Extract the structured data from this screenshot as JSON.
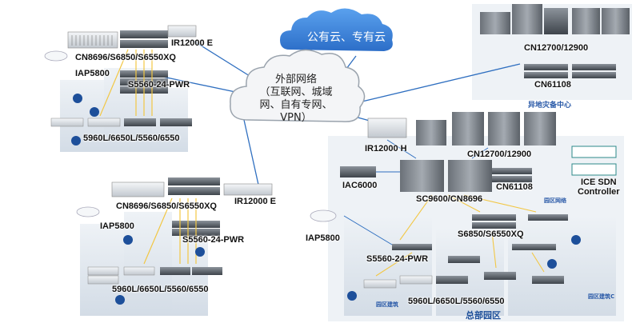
{
  "clouds": {
    "public": "公有云、专有云",
    "external_lines": [
      "外部网络",
      "（互联网、城域",
      "网、自有专网、",
      "VPN）"
    ]
  },
  "branch_top": {
    "router": "IR12000 E",
    "core": "CN8696/S6850/S6550XQ",
    "ap": "IAP5800",
    "access": "S5560-24-PWR",
    "edge": "5960L/6650L/5560/6550"
  },
  "branch_bottom": {
    "router": "IR12000 E",
    "core": "CN8696/S6850/S6550XQ",
    "ap": "IAP5800",
    "access": "S5560-24-PWR",
    "edge": "5960L/6650L/5560/6550"
  },
  "dc_remote": {
    "core": "CN12700/12900",
    "tor": "CN61108",
    "caption": "异地灾备中心"
  },
  "hq": {
    "router": "IR12000 H",
    "dc_core": "CN12700/12900",
    "iac": "IAC6000",
    "tor": "CN61108",
    "sdn": [
      "ICE SDN",
      "Controller"
    ],
    "campus_core": "SC9600/CN8696",
    "ap": "IAP5800",
    "agg": "S6850/S6550XQ",
    "access": "S5560-24-PWR",
    "edge": "5960L/6650L/5560/6550",
    "caption": "总部园区",
    "bldg_left": "园区建筑",
    "bldg_right": "园区建筑C",
    "bldg_mid": "园区网络"
  },
  "colors": {
    "cloud_blue": "#3a7fd5",
    "link_blue": "#2f6fc0",
    "link_yellow": "#f2c744",
    "building": "#dfe6ee"
  }
}
